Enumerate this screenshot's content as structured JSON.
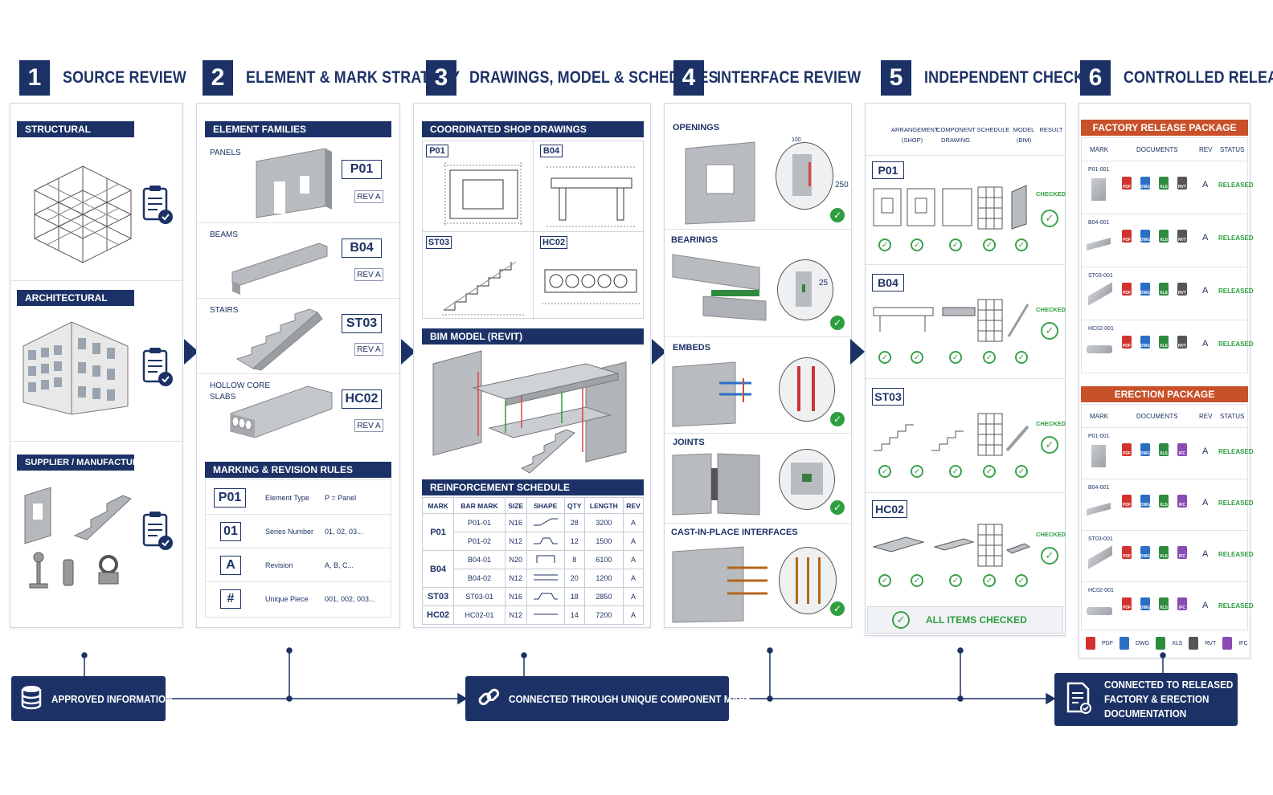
{
  "steps": [
    {
      "num": "1",
      "title": "SOURCE REVIEW"
    },
    {
      "num": "2",
      "title": "ELEMENT & MARK STRATEGY"
    },
    {
      "num": "3",
      "title": "DRAWINGS, MODEL & SCHEDULES"
    },
    {
      "num": "4",
      "title": "INTERFACE REVIEW"
    },
    {
      "num": "5",
      "title": "INDEPENDENT CHECK"
    },
    {
      "num": "6",
      "title": "CONTROLLED RELEASE"
    }
  ],
  "col1": {
    "structural": "STRUCTURAL",
    "architectural": "ARCHITECTURAL",
    "supplier": "SUPPLIER / MANUFACTURER"
  },
  "col2": {
    "families_title": "ELEMENT FAMILIES",
    "families": [
      {
        "label": "PANELS",
        "mark": "P01",
        "rev": "REV A"
      },
      {
        "label": "BEAMS",
        "mark": "B04",
        "rev": "REV A"
      },
      {
        "label": "STAIRS",
        "mark": "ST03",
        "rev": "REV A"
      },
      {
        "label": "HOLLOW CORE",
        "label2": "SLABS",
        "mark": "HC02",
        "rev": "REV A"
      }
    ],
    "rules_title": "MARKING & REVISION RULES",
    "rules": [
      {
        "code": "P01",
        "name": "Element Type",
        "value": "P = Panel"
      },
      {
        "code": "01",
        "name": "Series Number",
        "value": "01, 02, 03..."
      },
      {
        "code": "A",
        "name": "Revision",
        "value": "A, B, C..."
      },
      {
        "code": "#",
        "name": "Unique Piece",
        "value": "001, 002, 003..."
      }
    ]
  },
  "col3": {
    "shop_title": "COORDINATED SHOP DRAWINGS",
    "shop_marks": [
      "P01",
      "B04",
      "ST03",
      "HC02"
    ],
    "bim_title": "BIM MODEL (REVIT)",
    "sched_title": "REINFORCEMENT SCHEDULE",
    "sched_headers": [
      "MARK",
      "BAR MARK",
      "SIZE",
      "SHAPE",
      "QTY",
      "LENGTH",
      "REV"
    ],
    "sched_rows": [
      {
        "mark": "P01",
        "bar": "P01-01",
        "size": "N16",
        "qty": "28",
        "length": "3200",
        "rev": "A"
      },
      {
        "mark": "",
        "bar": "P01-02",
        "size": "N12",
        "qty": "12",
        "length": "1500",
        "rev": "A"
      },
      {
        "mark": "B04",
        "bar": "B04-01",
        "size": "N20",
        "qty": "8",
        "length": "6100",
        "rev": "A"
      },
      {
        "mark": "",
        "bar": "B04-02",
        "size": "N12",
        "qty": "20",
        "length": "1200",
        "rev": "A"
      },
      {
        "mark": "ST03",
        "bar": "ST03-01",
        "size": "N16",
        "qty": "18",
        "length": "2850",
        "rev": "A"
      },
      {
        "mark": "HC02",
        "bar": "HC02-01",
        "size": "N12",
        "qty": "14",
        "length": "7200",
        "rev": "A"
      }
    ]
  },
  "col4": {
    "items": [
      {
        "label": "OPENINGS",
        "dim": "250",
        "dim_small": "100"
      },
      {
        "label": "BEARINGS",
        "dim": "25"
      },
      {
        "label": "EMBEDS"
      },
      {
        "label": "JOINTS"
      },
      {
        "label": "CAST-IN-PLACE INTERFACES"
      }
    ]
  },
  "col5": {
    "headers": [
      {
        "l1": "ARRANGEMENT",
        "l2": "(SHOP)"
      },
      {
        "l1": "COMPONENT",
        "l2": "DRAWING"
      },
      {
        "l1": "SCHEDULE",
        "l2": ""
      },
      {
        "l1": "MODEL",
        "l2": "(BIM)"
      },
      {
        "l1": "RESULT",
        "l2": ""
      }
    ],
    "rows": [
      {
        "mark": "P01",
        "result": "CHECKED"
      },
      {
        "mark": "B04",
        "result": "CHECKED"
      },
      {
        "mark": "ST03",
        "result": "CHECKED"
      },
      {
        "mark": "HC02",
        "result": "CHECKED"
      }
    ],
    "all_checked": "ALL ITEMS CHECKED"
  },
  "col6": {
    "factory_title": "FACTORY RELEASE PACKAGE",
    "erection_title": "ERECTION PACKAGE",
    "headers": [
      "MARK",
      "DOCUMENTS",
      "REV",
      "STATUS"
    ],
    "factory_rows": [
      {
        "mark": "P01-001",
        "rev": "A",
        "status": "RELEASED"
      },
      {
        "mark": "B04-001",
        "rev": "A",
        "status": "RELEASED"
      },
      {
        "mark": "ST03-001",
        "rev": "A",
        "status": "RELEASED"
      },
      {
        "mark": "HC02-001",
        "rev": "A",
        "status": "RELEASED"
      }
    ],
    "erection_rows": [
      {
        "mark": "P01-001",
        "rev": "A",
        "status": "RELEASED"
      },
      {
        "mark": "B04-001",
        "rev": "A",
        "status": "RELEASED"
      },
      {
        "mark": "ST03-001",
        "rev": "A",
        "status": "RELEASED"
      },
      {
        "mark": "HC02-001",
        "rev": "A",
        "status": "RELEASED"
      }
    ],
    "legend": [
      "PDF",
      "DWG",
      "XLS",
      "RVT",
      "IFC"
    ]
  },
  "bottom": {
    "approved": "APPROVED INFORMATION",
    "connected": "CONNECTED THROUGH UNIQUE COMPONENT MARK",
    "released_l1": "CONNECTED TO RELEASED",
    "released_l2": "FACTORY & ERECTION",
    "released_l3": "DOCUMENTATION"
  },
  "colors": {
    "navy": "#1c3266",
    "orange": "#c8512a",
    "green": "#2e9e3f"
  }
}
